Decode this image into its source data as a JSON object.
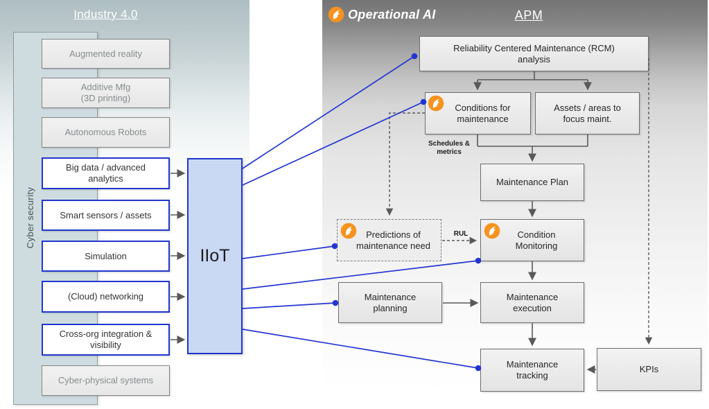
{
  "left_panel": {
    "title": "Industry 4.0",
    "cyber_security_label": "Cyber security",
    "boxes": [
      {
        "label": "Augmented reality"
      },
      {
        "label": "Additive Mfg\n(3D printing)"
      },
      {
        "label": "Autonomous Robots"
      },
      {
        "label": "Big data / advanced\nanalytics"
      },
      {
        "label": "Smart sensors / assets"
      },
      {
        "label": "Simulation"
      },
      {
        "label": "(Cloud) networking"
      },
      {
        "label": "Cross-org integration &\nvisibility"
      },
      {
        "label": "Cyber-physical systems"
      }
    ]
  },
  "hub": {
    "label": "IIoT"
  },
  "right_panel": {
    "brand": "Operational AI",
    "title": "APM",
    "boxes": {
      "rcm": "Reliability Centered Maintenance (RCM)\nanalysis",
      "conditions": "Conditions for\nmaintenance",
      "assets": "Assets / areas to\nfocus maint.",
      "maintenance_plan": "Maintenance Plan",
      "predictions": "Predictions of\nmaintenance need",
      "condition_monitoring": "Condition\nMonitoring",
      "maintenance_planning": "Maintenance\nplanning",
      "maintenance_execution": "Maintenance\nexecution",
      "maintenance_tracking": "Maintenance\ntracking",
      "kpis": "KPIs"
    },
    "annotations": {
      "schedules_metrics": "Schedules &\nmetrics",
      "rul": "RUL"
    }
  },
  "colors": {
    "accent_blue": "#2235d1",
    "logo_orange": "#F6921E",
    "arrow_gray": "#595959"
  }
}
